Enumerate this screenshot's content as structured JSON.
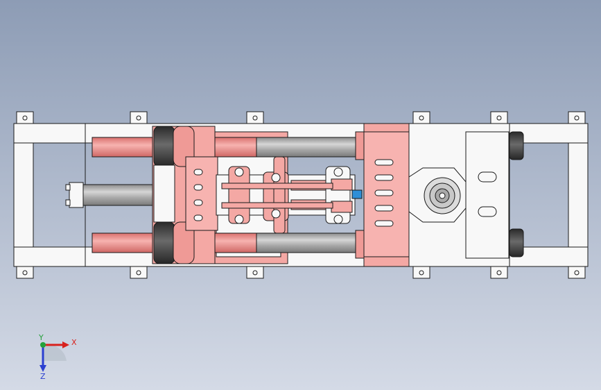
{
  "view": {
    "background_top": "#8d9cb5",
    "background_bottom": "#d4dae6",
    "line_color": "#1a1a1a"
  },
  "colors": {
    "frame": "#f8f8f8",
    "platen": "#f4a8a4",
    "platen_dark": "#e58a86",
    "rod": "#a9a9a9",
    "rod_highlight": "#d8d8d8",
    "cylinder": "#e88f8c",
    "cylinder_dark": "#3a3a3a",
    "blue_part": "#2f8fd8"
  },
  "triad": {
    "x_label": "X",
    "y_label": "Y",
    "z_label": "Z",
    "x_color": "#d8211d",
    "y_color": "#25a03a",
    "z_color": "#2b3fd0",
    "y_icon": "y-axis-up-icon",
    "x_icon": "x-axis-arrow-icon",
    "z_icon": "z-axis-arrow-icon"
  }
}
